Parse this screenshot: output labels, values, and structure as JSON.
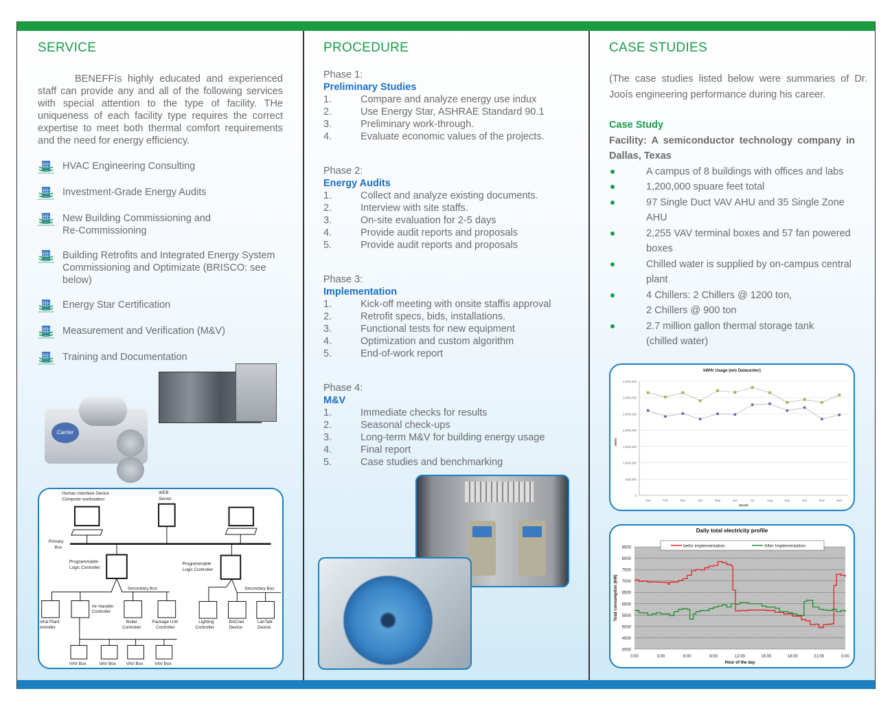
{
  "service": {
    "title": "SERVICE",
    "intro": "BENEFFís highly educated and experienced staff can provide any and all of the following services with special attention to the type of facility. THe uniqueness of each facility type requires the correct expertise to meet both thermal comfort requirements and the need for energy efficiency.",
    "items": [
      {
        "line1": "HVAC Engineering Consulting"
      },
      {
        "line1": "Investment-Grade Energy Audits"
      },
      {
        "line1": "New Building Commissioning and",
        "line2": "Re-Commissioning"
      },
      {
        "line1": "Building Retrofits and Integrated Energy System",
        "line2": "Commissioning and Optimizate (BRISCO: see",
        "line3": "below)"
      },
      {
        "line1": "Energy Star Certification"
      },
      {
        "line1": "Measurement and Verification (M&V)"
      },
      {
        "line1": "Training and Documentation"
      }
    ],
    "chiller_logo": "Carrier",
    "diagram": {
      "hid1": "Human Interface Device",
      "hid2": "Computer workstation",
      "web1": "WEB",
      "web2": "Server",
      "bus1": "Primary",
      "bus2": "Bus",
      "plc1a": "Programmable",
      "plc1b": "Logic Controller",
      "plc2a": "Programmable",
      "plc2b": "Logic Controller",
      "sec1": "Secondary Bus",
      "sec2": "Secondary Bus",
      "cp1": "ntral Plant",
      "cp2": "ontroller",
      "ah1": "Air Handler",
      "ah2": "Controller",
      "bo1": "Boiler",
      "bo2": "Controller",
      "pu1": "Package Unit",
      "pu2": "Controller",
      "li1": "Lighting",
      "li2": "Controller",
      "ba1": "BACnet",
      "ba2": "Device",
      "lt1": "LanTalk",
      "lt2": "Device",
      "vav": "VAV Box"
    }
  },
  "procedure": {
    "title": "PROCEDURE",
    "phases": [
      {
        "label": "Phase 1:",
        "title": "Preliminary Studies",
        "items": [
          {
            "n": "1.",
            "t": "Compare and analyze energy use indux"
          },
          {
            "n": "2.",
            "t": "Use Energy Star, ASHRAE Standard 90.1"
          },
          {
            "n": "3.",
            "t": "Preliminary work-through."
          },
          {
            "n": "4.",
            "t": "Evaluate economic values of the projects."
          }
        ]
      },
      {
        "label": "Phase 2:",
        "title": "Energy Audits",
        "items": [
          {
            "n": "1.",
            "t": "Collect and analyze existing documents."
          },
          {
            "n": "2.",
            "t": "Interview with site staffs."
          },
          {
            "n": "3.",
            "t": "On-site evaluation for 2-5 days"
          },
          {
            "n": "4.",
            "t": "Provide audit reports and proposals"
          },
          {
            "n": "5.",
            "t": "Provide audit reports and proposals"
          }
        ]
      },
      {
        "label": "Phase 3:",
        "title": "Implementation",
        "items": [
          {
            "n": "1.",
            "t": "Kick-off meeting with onsite staffis approval"
          },
          {
            "n": "2.",
            "t": "Retrofit specs, bids, installations."
          },
          {
            "n": "3.",
            "t": "Functional tests for new equipment"
          },
          {
            "n": "4.",
            "t": "Optimization and custom algorithm"
          },
          {
            "n": "5.",
            "t": "End-of-work report"
          }
        ]
      },
      {
        "label": "Phase 4:",
        "title": "M&V",
        "items": [
          {
            "n": "1.",
            "t": "Immediate checks for results"
          },
          {
            "n": "2.",
            "t": "Seasonal check-ups"
          },
          {
            "n": "3.",
            "t": "Long-term M&V for building energy usage"
          },
          {
            "n": "4.",
            "t": "Final report"
          },
          {
            "n": "5.",
            "t": "Case studies and benchmarking"
          }
        ]
      }
    ]
  },
  "case_studies": {
    "title": "CASE STUDIES",
    "intro": "(The case studies listed below were summaries of Dr. Jooís engineering performance during his career.",
    "case_title": "Case Study",
    "facility": "Facility: A semiconductor technology company in Dallas, Texas",
    "bullets": [
      [
        "A campus of 8 buildings with offices and labs"
      ],
      [
        "1,200,000 spuare feet total"
      ],
      [
        "97 Single Duct VAV AHU and 35 Single Zone",
        "AHU"
      ],
      [
        "2,255 VAV terminal boxes and 57 fan powered",
        "boxes"
      ],
      [
        "Chilled water is supplied by on-campus central",
        "plant"
      ],
      [
        "4 Chillers: 2 Chillers @ 1200 ton,",
        "2 Chillers @ 900 ton"
      ],
      [
        "2.7 million gallon thermal storage tank",
        "(chilled water)"
      ]
    ]
  },
  "colors": {
    "green": "#1a9b48",
    "blue": "#1b7fc1",
    "procblue": "#1a6fc4"
  },
  "chart_data": [
    {
      "type": "line",
      "title": "kWHr Usage (w/o Datacenter)",
      "xlabel": "Month",
      "ylabel": "kWHr",
      "ylim": [
        0,
        3500000
      ],
      "yticks": [
        "0",
        "500,000",
        "1,000,000",
        "1,500,000",
        "2,000,000",
        "2,500,000",
        "3,000,000",
        "3,500,000"
      ],
      "categories": [
        "Jan",
        "Feb",
        "Mar",
        "Apr",
        "May",
        "Jun",
        "Jul",
        "Aug",
        "Sep",
        "Oct",
        "Nov",
        "Dec"
      ],
      "series": [
        {
          "name": "series-green",
          "color": "#9bbb59",
          "marker": "square",
          "values": [
            3150000,
            3020000,
            3150000,
            2900000,
            3210000,
            3160000,
            3310000,
            3150000,
            2850000,
            2940000,
            2850000,
            3080000
          ]
        },
        {
          "name": "series-purple",
          "color": "#7f5fb0",
          "marker": "circle",
          "values": [
            2600000,
            2420000,
            2510000,
            2340000,
            2500000,
            2480000,
            2780000,
            2810000,
            2600000,
            2690000,
            2340000,
            2470000
          ]
        }
      ]
    },
    {
      "type": "line",
      "title": "Daily total electricity profile",
      "xlabel": "Hour of the day",
      "ylabel": "Total consumption (kW)",
      "ylim": [
        4000,
        8500
      ],
      "xlim": [
        0,
        24
      ],
      "yticks": [
        "4000",
        "4500",
        "5000",
        "5500",
        "6000",
        "6500",
        "7000",
        "7500",
        "8000",
        "8500"
      ],
      "xticks": [
        "0:00",
        "3:00",
        "6:00",
        "9:00",
        "12:00",
        "15:00",
        "18:00",
        "21:00",
        "0:00"
      ],
      "legend": "top",
      "series": [
        {
          "name": "befor implementation",
          "color": "#e52020",
          "x": [
            0,
            0.5,
            1,
            1.5,
            2,
            2.5,
            3,
            3.5,
            3.8,
            4,
            4.5,
            5,
            5.5,
            6,
            6.5,
            7,
            7.5,
            8,
            8.5,
            9,
            9.5,
            10,
            10.5,
            11,
            11.2,
            11.5,
            12,
            13,
            14,
            15,
            16,
            17,
            18,
            19,
            19.5,
            20,
            20.5,
            21,
            21.5,
            22,
            22.5,
            22.7,
            23,
            23.5,
            24
          ],
          "y": [
            7050,
            6980,
            7000,
            6950,
            6960,
            6950,
            6940,
            6930,
            6860,
            6950,
            6950,
            7020,
            7100,
            7250,
            7450,
            7500,
            7480,
            7580,
            7650,
            7680,
            7850,
            7800,
            7720,
            7650,
            6600,
            5680,
            5700,
            5720,
            5720,
            5700,
            5620,
            5550,
            5450,
            5300,
            5250,
            5080,
            5100,
            4950,
            5080,
            5100,
            5120,
            6800,
            7300,
            7250,
            7180
          ]
        },
        {
          "name": "After Implementation",
          "color": "#1e8c2a",
          "x": [
            0,
            0.5,
            1,
            1.5,
            2,
            2.5,
            3,
            3.5,
            4,
            4.5,
            5,
            5.5,
            6,
            6.3,
            6.7,
            7,
            7.5,
            8,
            8.5,
            9,
            9.5,
            10,
            10.5,
            11,
            11.5,
            12,
            13,
            14,
            14.5,
            15,
            16,
            16.5,
            17,
            17.5,
            18,
            18.5,
            19,
            19.3,
            19.6,
            20,
            20.3,
            21,
            21.5,
            22,
            22.5,
            23,
            23.5,
            24
          ],
          "y": [
            5700,
            5600,
            5600,
            5500,
            5550,
            5600,
            5550,
            5550,
            5480,
            5650,
            5750,
            5780,
            5750,
            5320,
            5550,
            5650,
            5700,
            5700,
            5780,
            5850,
            5900,
            5950,
            5850,
            6000,
            5980,
            6050,
            6000,
            6000,
            5900,
            5850,
            5800,
            5650,
            5650,
            5600,
            5550,
            5480,
            5480,
            6100,
            6150,
            6150,
            5850,
            5750,
            5720,
            5700,
            5750,
            5650,
            5700,
            5620
          ]
        }
      ]
    }
  ]
}
